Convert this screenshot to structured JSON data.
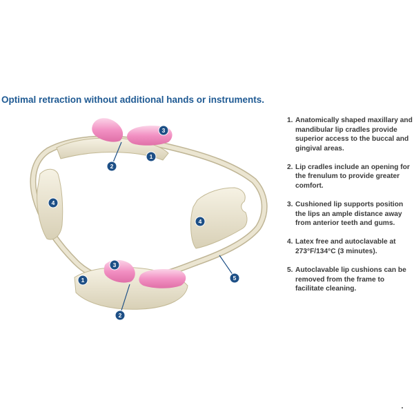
{
  "headline": "Optimal retraction without additional hands or instruments.",
  "features": [
    {
      "num": "1.",
      "text": "Anatomically shaped maxillary and mandibular lip cradles provide superior access to the buccal and gingival areas."
    },
    {
      "num": "2.",
      "text": "Lip cradles include an opening for the frenulum to provide greater comfort."
    },
    {
      "num": "3.",
      "text": "Cushioned lip supports position the lips an ample distance away from anterior teeth and gums."
    },
    {
      "num": "4.",
      "text": "Latex free and autoclavable at 273°F/134°C (3 minutes)."
    },
    {
      "num": "5.",
      "text": "Autoclavable lip cushions can be removed from the frame to facilitate cleaning."
    }
  ],
  "callouts": [
    "1",
    "2",
    "3",
    "4",
    "5"
  ],
  "colors": {
    "headline": "#1f5a93",
    "callout_fill": "#1d4f86",
    "frame": "#e9e3cf",
    "frame_shadow": "#c9c0a4",
    "cushion": "#f08ec0",
    "cushion_highlight": "#fbd3e7"
  }
}
